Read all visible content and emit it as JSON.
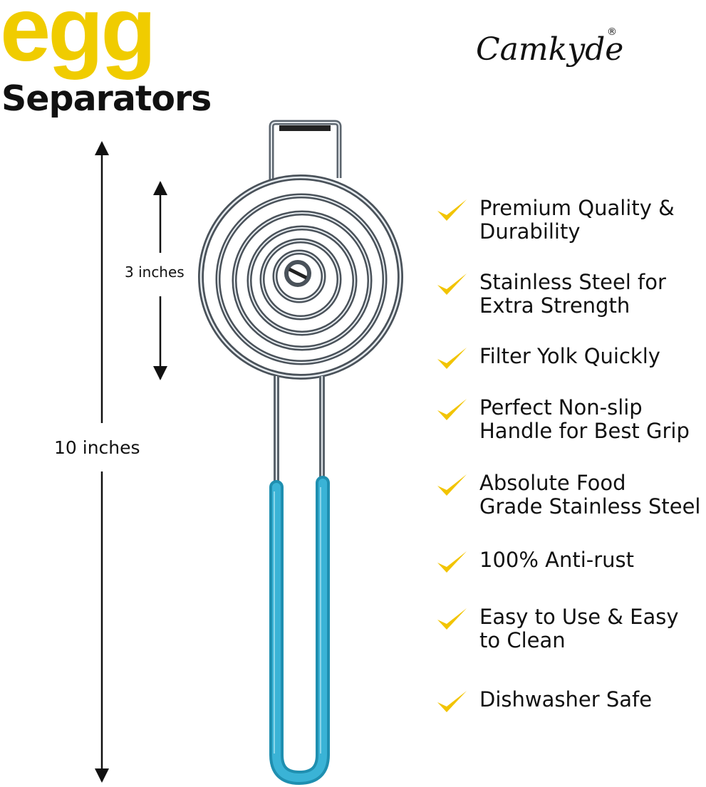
{
  "title": {
    "main": "egg",
    "sub": "Separators"
  },
  "brand": {
    "name": "Camkyde",
    "registered": "®"
  },
  "dimensions": {
    "head": "3 inches",
    "total": "10 inches"
  },
  "features": [
    {
      "text": "Premium Quality &\nDurability"
    },
    {
      "text": "Stainless Steel for\nExtra Strength"
    },
    {
      "text": "Filter Yolk Quickly"
    },
    {
      "text": "Perfect  Non-slip\nHandle for Best Grip"
    },
    {
      "text": "Absolute Food\nGrade Stainless Steel"
    },
    {
      "text": "100% Anti-rust"
    },
    {
      "text": "Easy to Use & Easy\nto Clean"
    },
    {
      "text": "Dishwasher Safe"
    }
  ],
  "colors": {
    "title": "#f0cc00",
    "check": "#f2c400",
    "handle": "#2aa6c9",
    "steel": "#9aa3ac"
  }
}
